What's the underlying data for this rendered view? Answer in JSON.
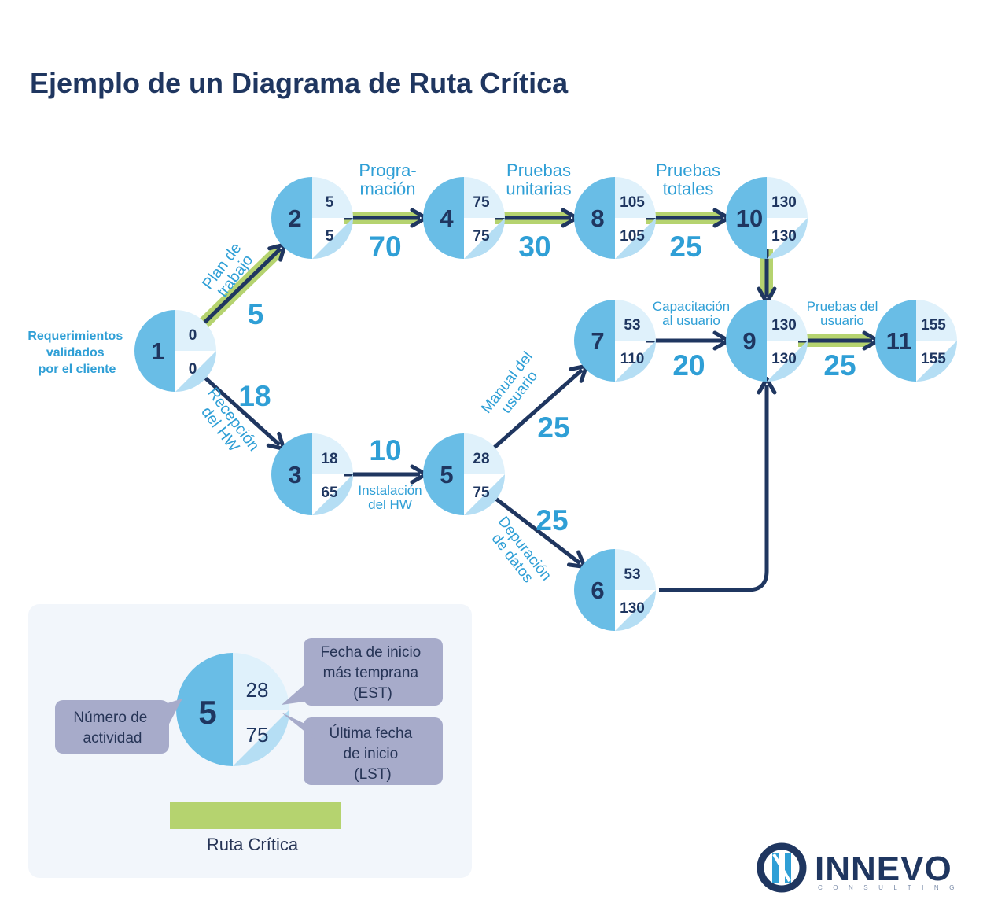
{
  "title": "Ejemplo de un Diagrama de Ruta Crítica",
  "colors": {
    "navy": "#1f3660",
    "circle_left": "#69bde6",
    "circle_right_top": "#dff1fb",
    "circle_right_bottom": "#b5def4",
    "label_blue": "#2f9fd6",
    "critical_green": "#b5d36f",
    "legend_bg": "#f2f6fb",
    "callout_bg": "#a7abca",
    "callout_text": "#263456"
  },
  "nodes": [
    {
      "id": "1",
      "est": "0",
      "lst": "0"
    },
    {
      "id": "2",
      "est": "5",
      "lst": "5"
    },
    {
      "id": "3",
      "est": "18",
      "lst": "65"
    },
    {
      "id": "4",
      "est": "75",
      "lst": "75"
    },
    {
      "id": "5",
      "est": "28",
      "lst": "75"
    },
    {
      "id": "6",
      "est": "53",
      "lst": "130"
    },
    {
      "id": "7",
      "est": "53",
      "lst": "110"
    },
    {
      "id": "8",
      "est": "105",
      "lst": "105"
    },
    {
      "id": "9",
      "est": "130",
      "lst": "130"
    },
    {
      "id": "10",
      "est": "130",
      "lst": "130"
    },
    {
      "id": "11",
      "est": "155",
      "lst": "155"
    }
  ],
  "edges": [
    {
      "from": "1",
      "to": "2",
      "duration": "5",
      "label": [
        "Plan de",
        "trabajo"
      ],
      "critical": true
    },
    {
      "from": "2",
      "to": "4",
      "duration": "70",
      "label": [
        "Progra-",
        "mación"
      ],
      "critical": true
    },
    {
      "from": "4",
      "to": "8",
      "duration": "30",
      "label": [
        "Pruebas",
        "unitarias"
      ],
      "critical": true
    },
    {
      "from": "8",
      "to": "10",
      "duration": "25",
      "label": [
        "Pruebas",
        "totales"
      ],
      "critical": true
    },
    {
      "from": "10",
      "to": "9",
      "duration": "",
      "label": [],
      "critical": true
    },
    {
      "from": "9",
      "to": "11",
      "duration": "25",
      "label": [
        "Pruebas del",
        "usuario"
      ],
      "critical": true
    },
    {
      "from": "1",
      "to": "3",
      "duration": "18",
      "label": [
        "Recepción",
        "del HW"
      ],
      "critical": false
    },
    {
      "from": "3",
      "to": "5",
      "duration": "10",
      "label": [
        "Instalación",
        "del HW"
      ],
      "critical": false
    },
    {
      "from": "5",
      "to": "7",
      "duration": "25",
      "label": [
        "Manual del",
        "usuario"
      ],
      "critical": false
    },
    {
      "from": "5",
      "to": "6",
      "duration": "25",
      "label": [
        "Depuración",
        "de datos"
      ],
      "critical": false
    },
    {
      "from": "7",
      "to": "9",
      "duration": "20",
      "label": [
        "Capacitación",
        "al usuario"
      ],
      "critical": false
    },
    {
      "from": "6",
      "to": "9",
      "duration": "",
      "label": [],
      "critical": false
    }
  ],
  "start_label": [
    "Requerimientos",
    "validados",
    "por el cliente"
  ],
  "legend": {
    "node": {
      "id": "5",
      "est": "28",
      "lst": "75"
    },
    "activity_number": [
      "Número de",
      "actividad"
    ],
    "est": [
      "Fecha de inicio",
      "más temprana",
      "(EST)"
    ],
    "lst": [
      "Última fecha",
      "de inicio",
      "(LST)"
    ],
    "critical_path": "Ruta Crítica"
  },
  "logo": {
    "name": "INNEVO",
    "subtitle": "CONSULTING"
  }
}
